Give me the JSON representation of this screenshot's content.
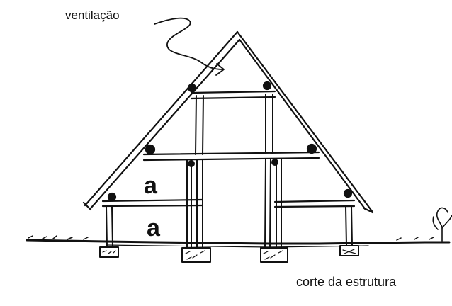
{
  "labels": {
    "ventilation": "ventilação",
    "caption": "corte da estrutura",
    "area_upper": "a",
    "area_lower": "a"
  },
  "icons": {
    "arrow": "curved-arrow-icon",
    "plant": "plant-icon"
  },
  "colors": {
    "ink": "#111111",
    "background": "#ffffff"
  }
}
